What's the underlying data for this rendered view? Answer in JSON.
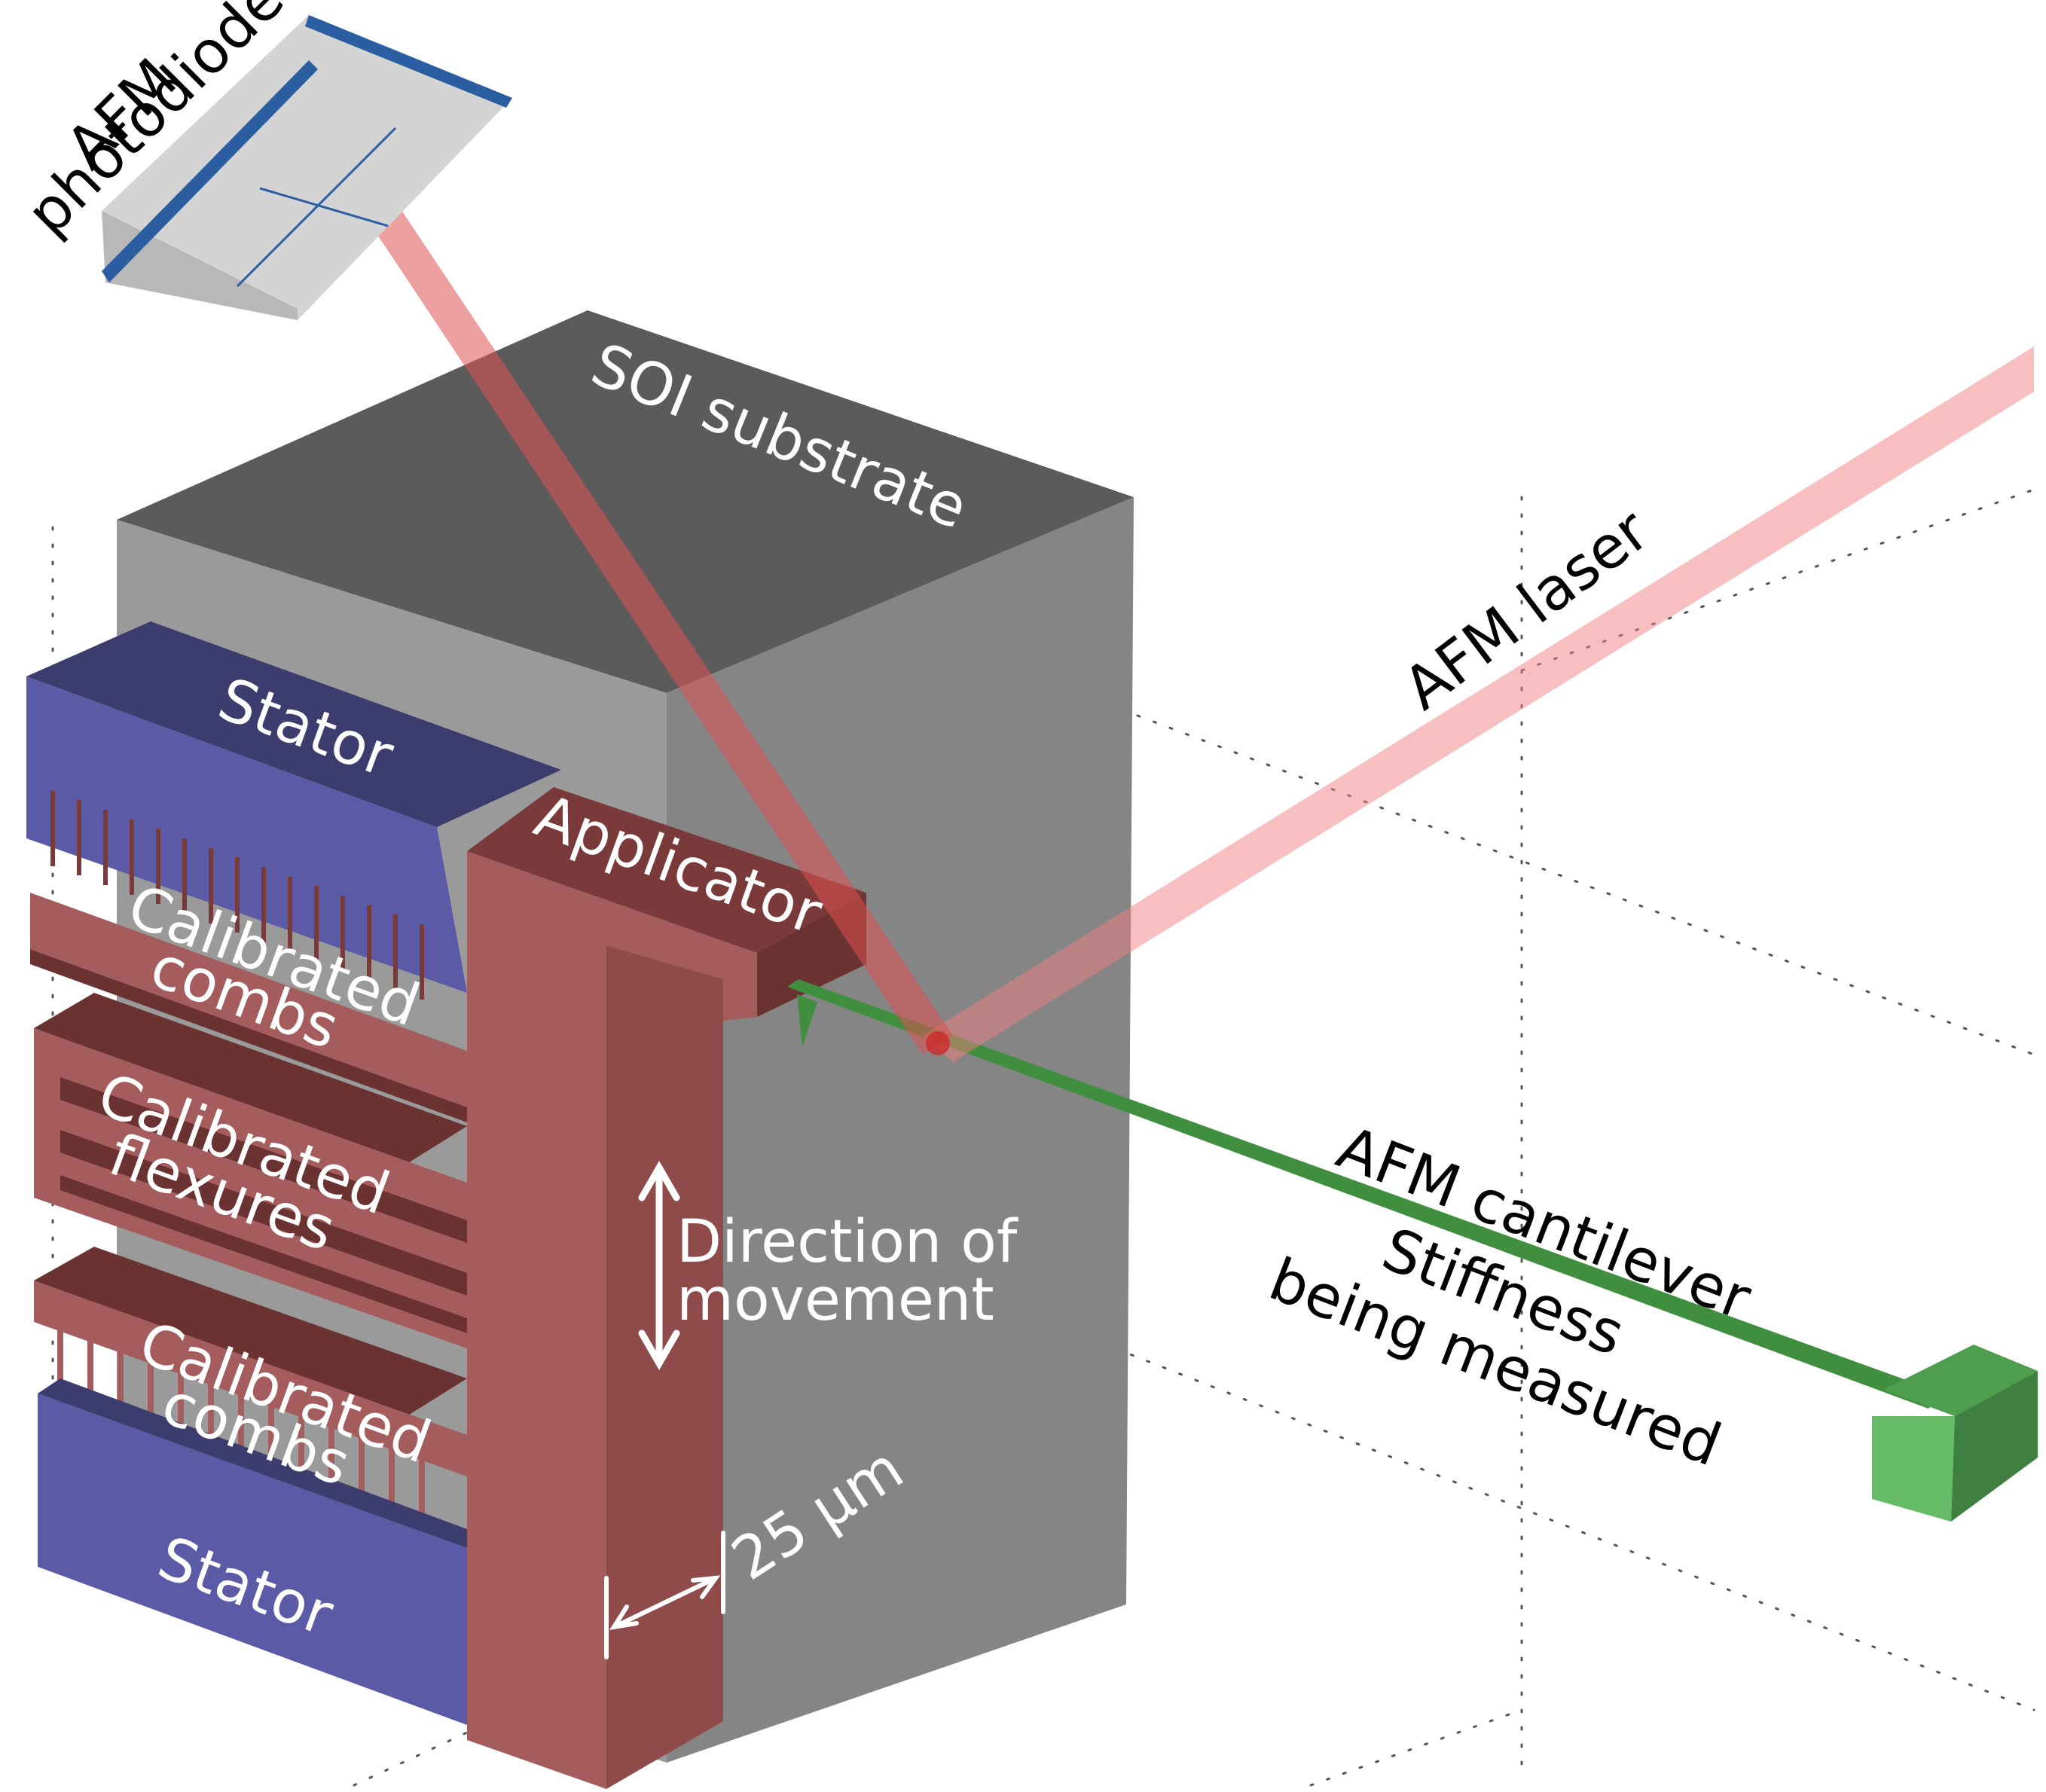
{
  "labels": {
    "photodiode_line1": "AFM",
    "photodiode_line2": "photodiode",
    "substrate": "SOI substrate",
    "laser": "AFM laser",
    "stator_top": "Stator",
    "applicator": "Applicator",
    "combs_top_line1": "Calibrated",
    "combs_top_line2": "combs",
    "flexures_line1": "Calibrated",
    "flexures_line2": "flexures",
    "direction_line1": "Direction of",
    "direction_line2": "movement",
    "cantilever": "AFM cantilever",
    "stiffness_line1": "Stiffness",
    "stiffness_line2": "being measured",
    "combs_bottom_line1": "Calibrated",
    "combs_bottom_line2": "combs",
    "stator_bottom": "Stator",
    "dimension": "25 μm"
  },
  "colors": {
    "substrate_top": "#5b5b5b",
    "substrate_front": "#9a9a9a",
    "substrate_side": "#858585",
    "stator_top": "#3c3c6e",
    "stator_front": "#5a5aa6",
    "shuttle_front": "#a55c5c",
    "shuttle_top": "#7a3a3a",
    "shuttle_dark": "#6b3232",
    "cantilever": "#3f8f3f",
    "cantilever_block_front": "#66bb66",
    "cantilever_block_side": "#3f7f3f",
    "laser": "#f08080",
    "photodiode_face": "#d4d4d4",
    "photodiode_edge": "#2a5ea0"
  }
}
